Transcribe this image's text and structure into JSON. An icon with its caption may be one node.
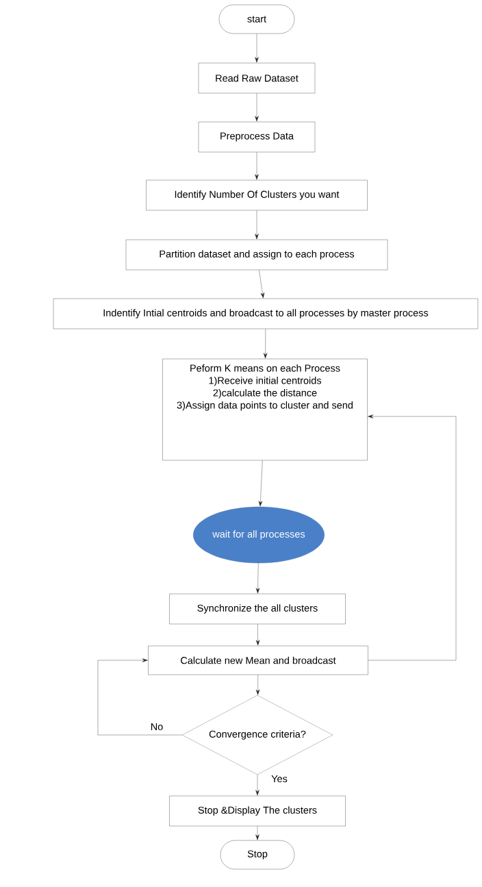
{
  "diagram": {
    "nodes": [
      {
        "text": [
          "start"
        ]
      },
      {
        "text": [
          "Read Raw Dataset"
        ]
      },
      {
        "text": [
          "Preprocess Data"
        ]
      },
      {
        "text": [
          "Identify Number Of Clusters you want"
        ]
      },
      {
        "text": [
          "Partition dataset and assign to each process"
        ]
      },
      {
        "text": [
          "Indentify Intial centroids and broadcast to all processes by master process"
        ]
      },
      {
        "text": [
          "Peform K means on each Process",
          "1)Receive initial centroids",
          "2)calculate the distance",
          "3)Assign data points to cluster and send"
        ]
      },
      {
        "text": [
          "wait for all processes"
        ]
      },
      {
        "text": [
          "Synchronize the all clusters"
        ]
      },
      {
        "text": [
          "Calculate new Mean and broadcast"
        ]
      },
      {
        "text": [
          "Convergence criteria?"
        ]
      },
      {
        "text": [
          "Stop &Display The clusters"
        ]
      },
      {
        "text": [
          "Stop"
        ]
      }
    ],
    "edges": [
      {
        "from": 0,
        "to": 1,
        "arrow": "to"
      },
      {
        "from": 1,
        "to": 2,
        "arrow": "to"
      },
      {
        "from": 2,
        "to": 3,
        "arrow": "to"
      },
      {
        "from": 3,
        "to": 4,
        "arrow": "to"
      },
      {
        "from": 4,
        "to": 5,
        "arrow": "to"
      },
      {
        "from": 5,
        "to": 6,
        "arrow": "to"
      },
      {
        "from": 6,
        "to": 7,
        "arrow": "to"
      },
      {
        "from": 7,
        "to": 8,
        "arrow": "to"
      },
      {
        "from": 8,
        "to": 9,
        "arrow": "to"
      },
      {
        "from": 9,
        "to": 6,
        "arrow": "to"
      },
      {
        "from": 9,
        "to": 10,
        "arrow": "to"
      },
      {
        "from": 10,
        "to": 9,
        "label": "No",
        "arrow": "to"
      },
      {
        "from": 10,
        "to": 11,
        "label": "Yes",
        "arrow": "to"
      },
      {
        "from": 11,
        "to": 12,
        "arrow": "to"
      }
    ]
  }
}
